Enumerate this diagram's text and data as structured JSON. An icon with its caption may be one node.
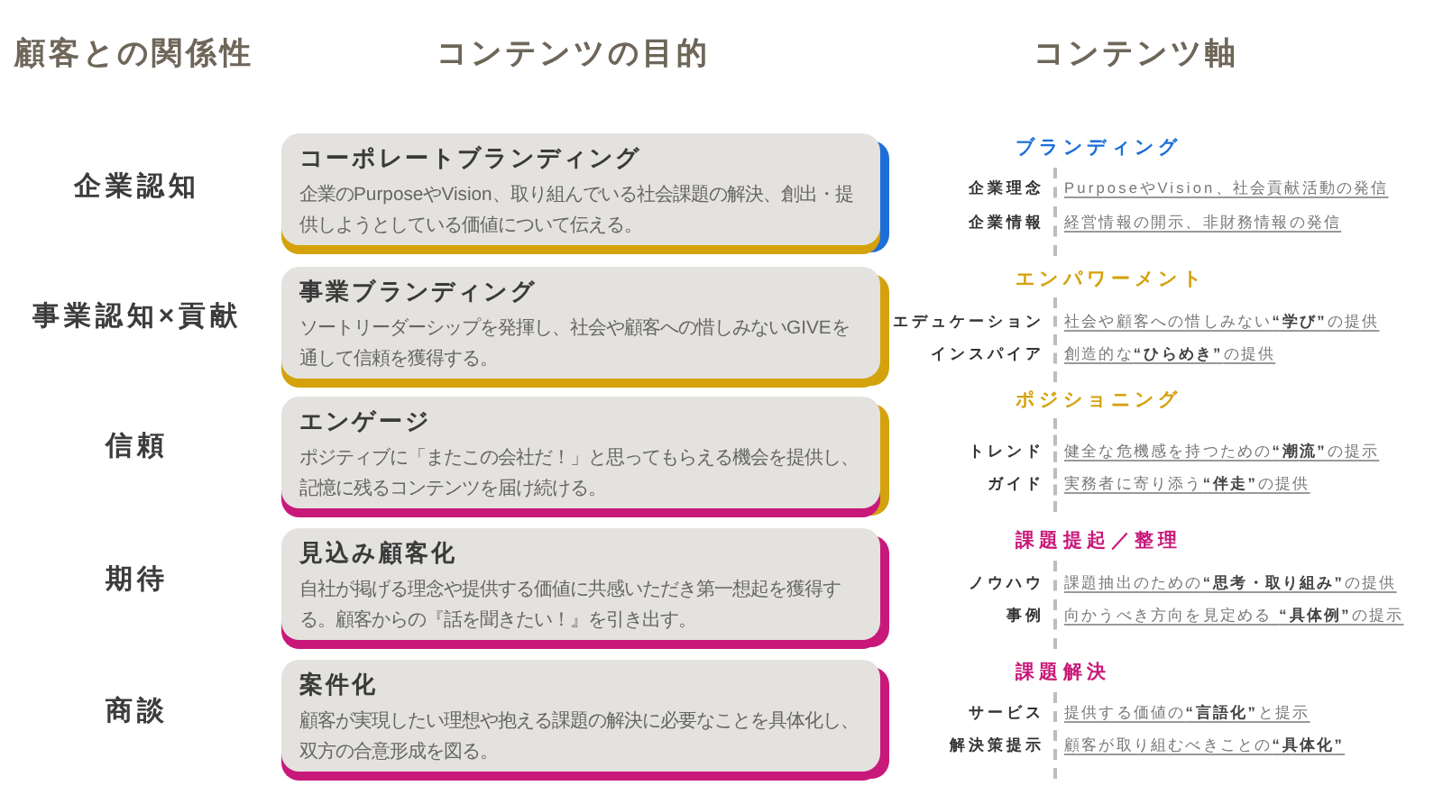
{
  "diagram": {
    "nodes": [
      {
        "text": [
          "コーポレートブランディング",
          "企業のPurposeやVision、取り組んでいる社会課題の解決、創出・提供しようとしている価値について伝える。"
        ]
      },
      {
        "text": [
          "事業ブランディング",
          "ソートリーダーシップを発揮し、社会や顧客への惜しみないGIVEを通して信頼を獲得する。"
        ]
      },
      {
        "text": [
          "エンゲージ",
          "ポジティブに「またこの会社だ！」と思ってもらえる機会を提供し、記憶に残るコンテンツを届け続ける。"
        ]
      },
      {
        "text": [
          "見込み顧客化",
          "自社が掲げる理念や提供する価値に共感いただき第一想起を獲得する。顧客からの『話を聞きたい！』を引き出す。"
        ]
      },
      {
        "text": [
          "案件化",
          "顧客が実現したい理想や抱える課題の解決に必要なことを具体化し、双方の合意形成を図る。"
        ]
      }
    ],
    "labels": [
      "顧客との関係性",
      "コンテンツの目的",
      "コンテンツ軸",
      "企業認知",
      "事業認知×貢献",
      "信頼",
      "期待",
      "商談",
      "ブランディング",
      "企業理念",
      "PurposeやVision、社会貢献活動の発信",
      "企業情報",
      "経営情報の開示、非財務情報の発信",
      "エンパワーメント",
      "エデュケーション",
      "社会や顧客への惜しみない**“学び”**の提供",
      "インスパイア",
      "創造的な**“ひらめき”**の提供",
      "ポジショニング",
      "トレンド",
      "健全な危機感を持つための**“潮流”**の提示",
      "ガイド",
      "実務者に寄り添う**“伴走”**の提供",
      "課題提起／整理",
      "ノウハウ",
      "課題抽出のための**“思考・取り組み”**の提供",
      "事例",
      "向かうべき方向を見定める **“具体例”**の提示",
      "課題解決",
      "サービス",
      "提供する価値の**“言語化”**と提示",
      "解決策提示",
      "顧客が取り組むべきことの**“具体化”**"
    ]
  }
}
